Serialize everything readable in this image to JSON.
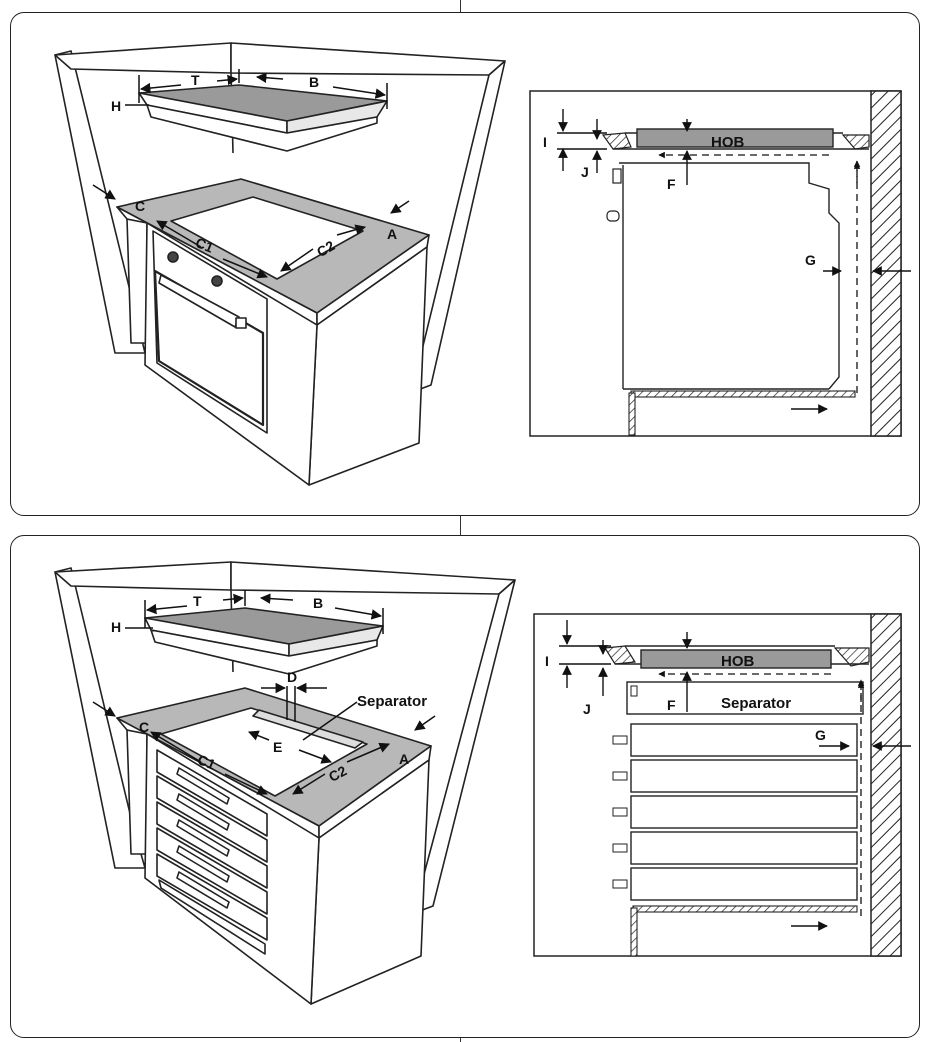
{
  "diagram_1": {
    "label_T": "T",
    "label_B": "B",
    "label_H": "H",
    "label_C": "C",
    "label_C1": "C1",
    "label_C2": "C2",
    "label_A": "A",
    "label_HOB": "HOB",
    "label_I": "I",
    "label_J": "J",
    "label_F": "F",
    "label_G": "G"
  },
  "diagram_2": {
    "label_T": "T",
    "label_B": "B",
    "label_H": "H",
    "label_C": "C",
    "label_C1": "C1",
    "label_C2": "C2",
    "label_A": "A",
    "label_D": "D",
    "label_E": "E",
    "label_separator": "Separator",
    "label_HOB": "HOB",
    "label_I": "I",
    "label_J": "J",
    "label_F": "F",
    "label_G": "G",
    "label_separator_side": "Separator"
  },
  "colors": {
    "line": "#222222",
    "hob_gray": "#9a9a9a",
    "counter_gray": "#b8b8b8"
  }
}
